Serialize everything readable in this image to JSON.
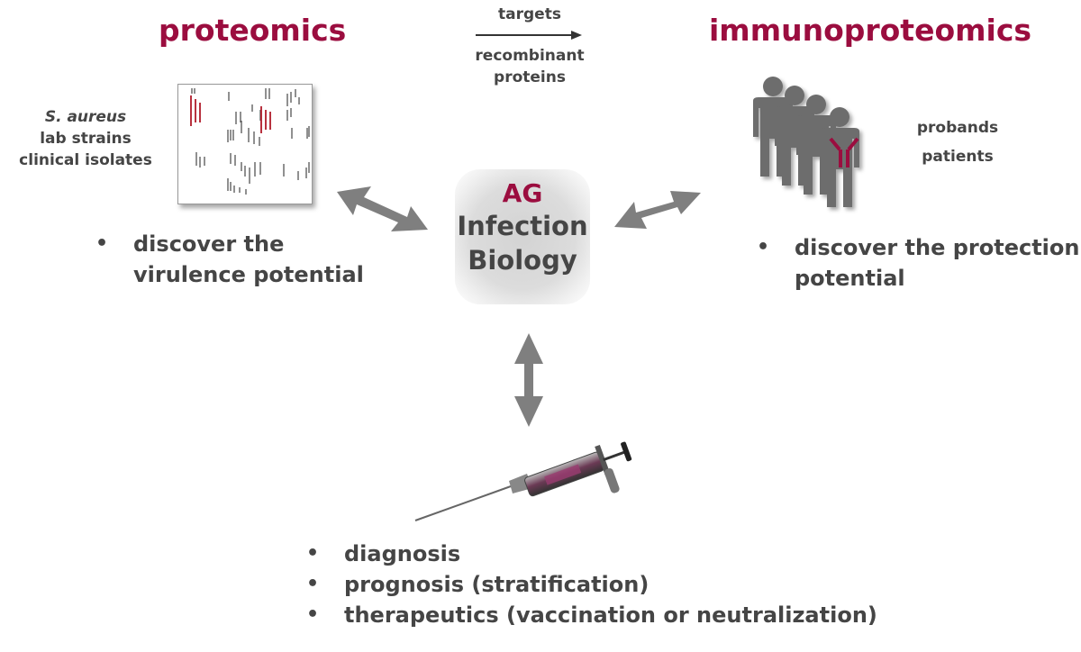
{
  "left": {
    "title": "proteomics",
    "labels": [
      "S. aureus",
      "lab strains",
      "clinical isolates"
    ],
    "bullet": [
      "discover the",
      "virulence potential"
    ]
  },
  "top_arrow": {
    "above": "targets",
    "below": [
      "recombinant",
      "proteins"
    ]
  },
  "right": {
    "title": "immunoproteomics",
    "labels": [
      "probands",
      "patients"
    ],
    "bullet": [
      "discover the protection",
      "potential"
    ]
  },
  "center": {
    "line1": "AG",
    "line2": "Infection",
    "line3": "Biology"
  },
  "bottom": {
    "items": [
      "diagnosis",
      "prognosis (stratification)",
      "therapeutics (vaccination or neutralization)"
    ]
  },
  "bullet_glyph": "•",
  "colors": {
    "accent": "#9b0d3f",
    "text": "#454545",
    "arrow": "#7f7f7f",
    "figure": "#6a6a6a"
  }
}
